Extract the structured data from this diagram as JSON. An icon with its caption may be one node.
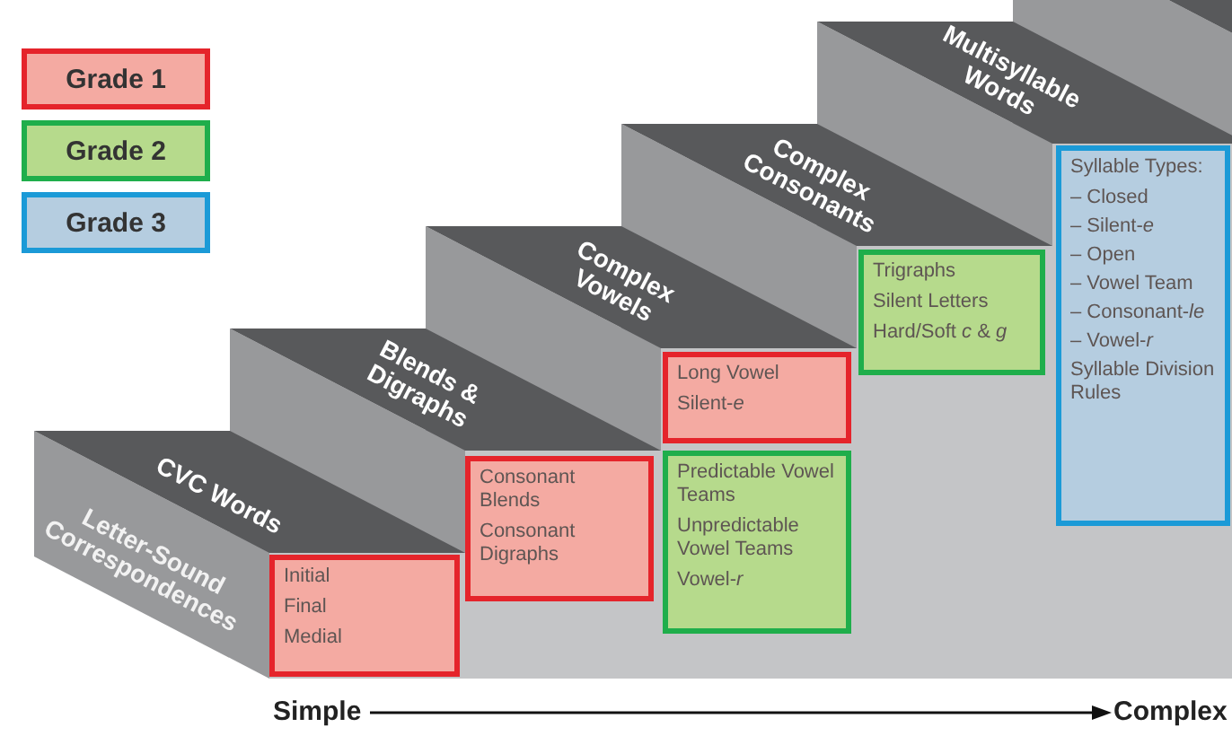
{
  "diagram": {
    "nodes": [
      {
        "text": [
          "Initial",
          "Final",
          "Medial"
        ]
      },
      {
        "text": [
          "Consonant Blends",
          "Consonant Digraphs"
        ]
      },
      {
        "text": [
          "Long Vowel",
          "Silent-*e*"
        ]
      },
      {
        "text": [
          "Predictable Vowel Teams",
          "Unpredictable Vowel Teams",
          "Vowel-*r*"
        ]
      },
      {
        "text": [
          "Trigraphs",
          "Silent Letters",
          "Hard/Soft *c* & *g*"
        ]
      },
      {
        "text": [
          "Syllable Types:",
          "– Closed",
          "– Silent-*e*",
          "– Open",
          "– Vowel Team",
          "– Consonant-*le*",
          "– Vowel-*r*",
          "Syllable Division Rules"
        ]
      }
    ],
    "labels": [
      "Letter-Sound Correspondences",
      "CVC Words",
      "Blends & Digraphs",
      "Complex Vowels",
      "Complex Consonants",
      "Multisyllable Words",
      "Simple",
      "Complex"
    ],
    "legend": [
      {
        "text": "Grade 1",
        "color": "#f4aaa2"
      },
      {
        "text": "Grade 2",
        "color": "#b6da8c"
      },
      {
        "text": "Grade 3",
        "color": "#b5cde0"
      }
    ]
  }
}
